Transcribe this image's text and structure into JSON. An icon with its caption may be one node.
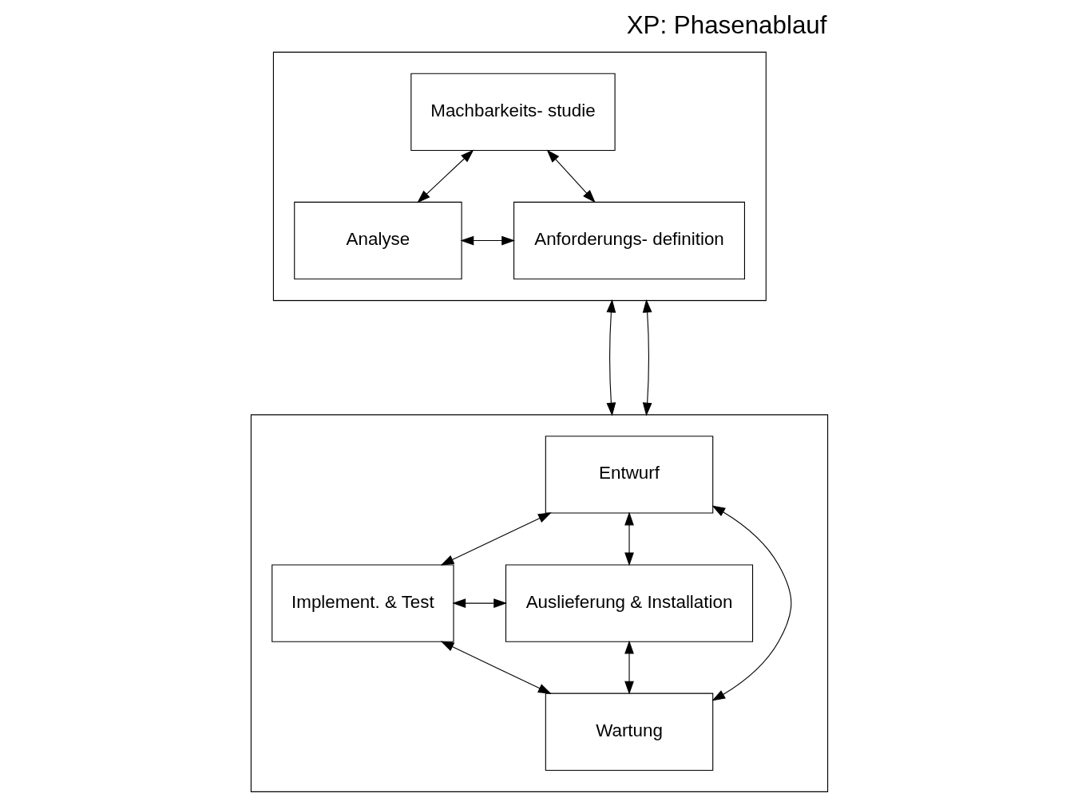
{
  "diagram": {
    "title": "XP: Phasenablauf",
    "nodes": [
      {
        "text": [],
        "shape": "box"
      },
      {
        "text": [
          "Machbarkeits- studie"
        ],
        "in": 0
      },
      {
        "text": [
          "Analyse"
        ],
        "in": 0
      },
      {
        "text": [
          "Anforderungs- definition"
        ],
        "in": 0
      },
      {
        "text": [],
        "shape": "box"
      },
      {
        "text": [
          "Entwurf"
        ],
        "in": 4
      },
      {
        "text": [
          "Implement. & Test"
        ],
        "in": 4
      },
      {
        "text": [
          "Auslieferung & Installation"
        ],
        "in": 4
      },
      {
        "text": [
          "Wartung"
        ],
        "in": 4
      }
    ],
    "edges": [
      {
        "from": 1,
        "to": 2,
        "arrow": "both"
      },
      {
        "from": 1,
        "to": 3,
        "arrow": "both"
      },
      {
        "from": 2,
        "to": 3,
        "arrow": "both"
      },
      {
        "from": 0,
        "to": 4,
        "arrow": "both"
      },
      {
        "from": 0,
        "to": 4,
        "arrow": "both"
      },
      {
        "from": 5,
        "to": 6,
        "arrow": "both"
      },
      {
        "from": 5,
        "to": 7,
        "arrow": "both"
      },
      {
        "from": 5,
        "to": 8,
        "arrow": "both"
      },
      {
        "from": 6,
        "to": 7,
        "arrow": "both"
      },
      {
        "from": 6,
        "to": 8,
        "arrow": "both"
      },
      {
        "from": 7,
        "to": 8,
        "arrow": "both"
      }
    ]
  }
}
